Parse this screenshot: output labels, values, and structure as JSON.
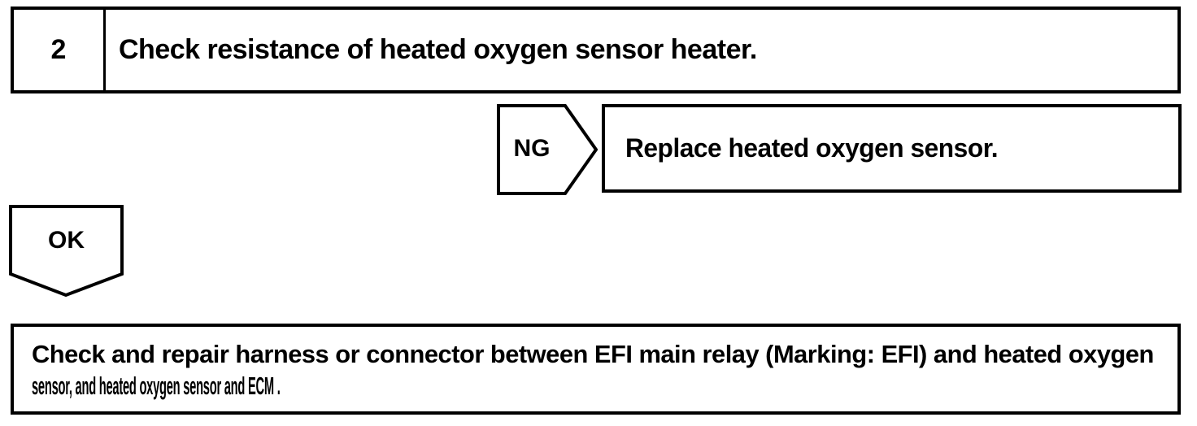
{
  "page": {
    "background": "#ffffff",
    "ink": "#000000"
  },
  "flowchart": {
    "step": {
      "number": "2",
      "title": "Check resistance of heated oxygen sensor heater."
    },
    "ng": {
      "label": "NG",
      "action": "Replace heated oxygen sensor."
    },
    "ok": {
      "label": "OK"
    },
    "result": {
      "line1": "Check and repair harness or connector between EFI main relay (Marking: EFI) and heated oxygen",
      "line2": "sensor, and heated oxygen sensor and ECM ."
    }
  }
}
